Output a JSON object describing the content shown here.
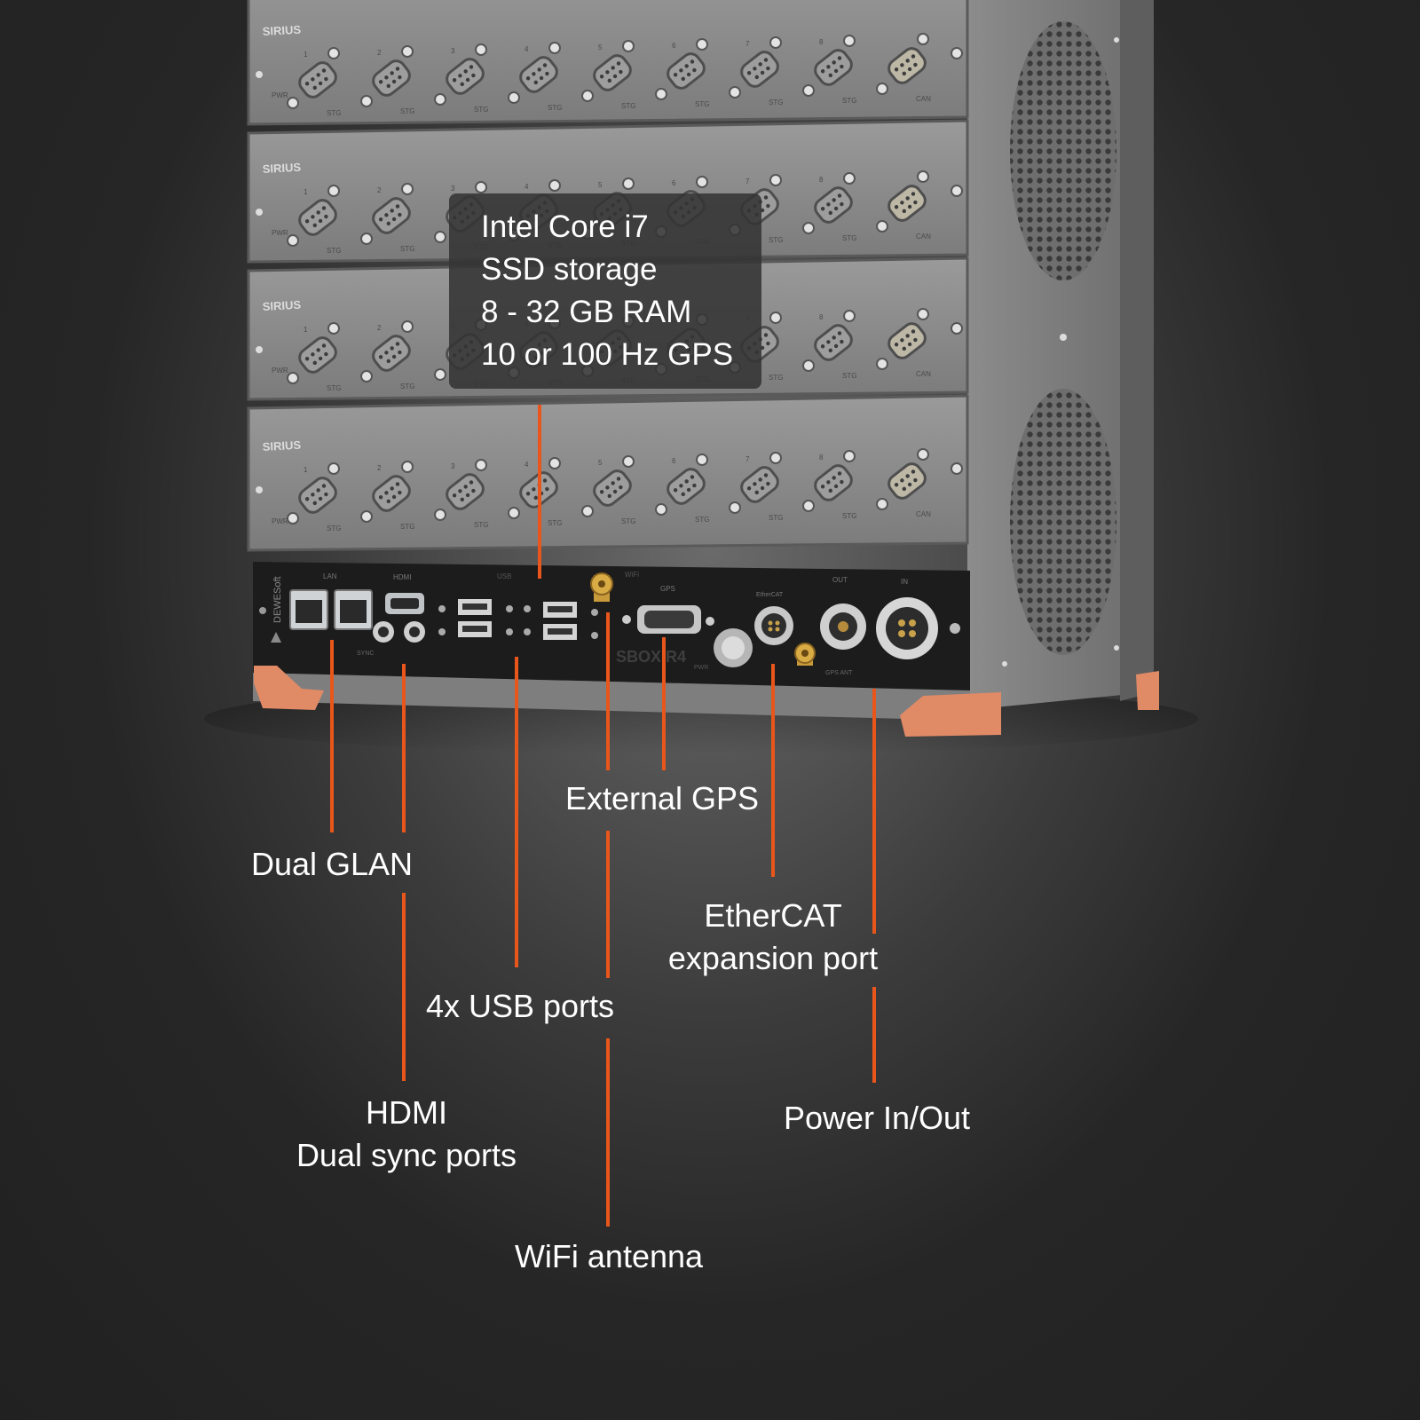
{
  "device": {
    "module_brand": "SIRIUS",
    "channel_numbers": [
      "1",
      "2",
      "3",
      "4",
      "5",
      "6",
      "7",
      "8"
    ],
    "channel_tag": "STG",
    "can_tag": "CAN",
    "pwr_tag": "PWR",
    "front_brand": "DEWESoft",
    "front_model": "SBOX R4",
    "port_tags": {
      "lan": "LAN",
      "hdmi": "HDMI",
      "sync": "SYNC",
      "usb": "USB",
      "wifi": "WiFi",
      "gps": "GPS",
      "ethercat": "EtherCAT",
      "out": "OUT",
      "in": "IN",
      "gps_ant": "GPS ANT",
      "pwr": "PWR"
    }
  },
  "specs": {
    "line1": "Intel Core i7",
    "line2": "SSD storage",
    "line3": "8 - 32 GB RAM",
    "line4": "10 or 100 Hz GPS"
  },
  "labels": {
    "dual_glan": "Dual GLAN",
    "external_gps": "External GPS",
    "usb_ports": "4x USB ports",
    "ethercat_line1": "EtherCAT",
    "ethercat_line2": "expansion port",
    "hdmi_line1": "HDMI",
    "hdmi_line2": "Dual sync ports",
    "power": "Power In/Out",
    "wifi": "WiFi antenna"
  },
  "colors": {
    "leader_line": "#e8561c",
    "bumper": "#e08a66",
    "module_face": "#8a8a8a",
    "front_panel": "#1b1b1b",
    "label_text": "#ffffff"
  }
}
